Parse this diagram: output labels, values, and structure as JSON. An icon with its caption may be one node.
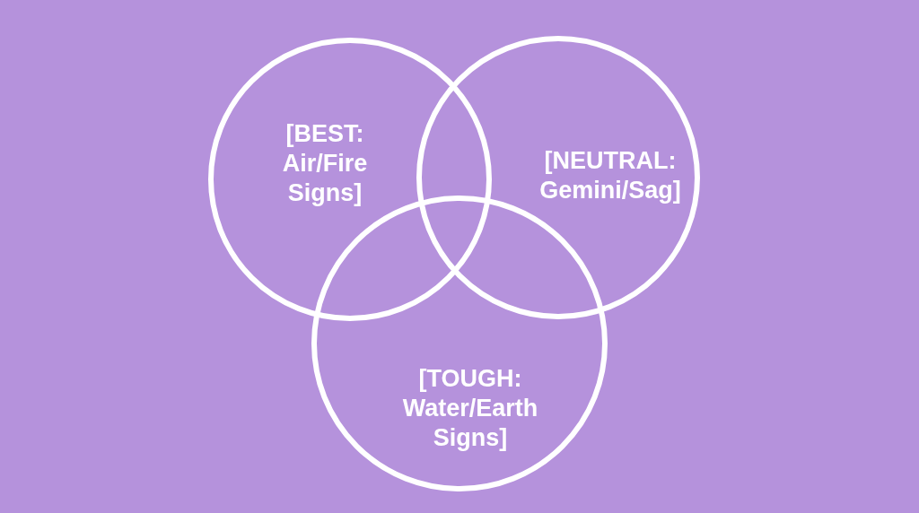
{
  "diagram": {
    "nodes": [
      {
        "text": [
          "[BEST: Air/Fire Signs]"
        ]
      },
      {
        "text": [
          "[NEUTRAL: Gemini/Sag]"
        ]
      },
      {
        "text": [
          "[TOUGH: Water/Earth Signs]"
        ]
      }
    ]
  }
}
